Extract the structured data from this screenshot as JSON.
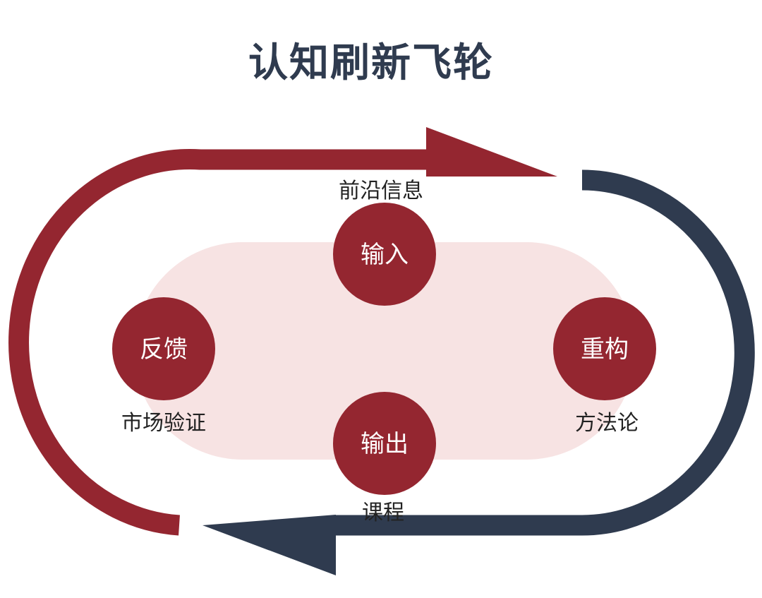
{
  "title": "认知刷新飞轮",
  "colors": {
    "red": "#942630",
    "navy": "#2f3b4f",
    "pink": "#f7e3e3",
    "title": "#2f3b4f",
    "label": "#222222",
    "node_text": "#ffffff"
  },
  "nodes": {
    "input": {
      "label": "输入",
      "sub": "前沿信息"
    },
    "restruct": {
      "label": "重构",
      "sub": "方法论"
    },
    "output": {
      "label": "输出",
      "sub": "课程"
    },
    "feedback": {
      "label": "反馈",
      "sub": "市场验证"
    }
  }
}
